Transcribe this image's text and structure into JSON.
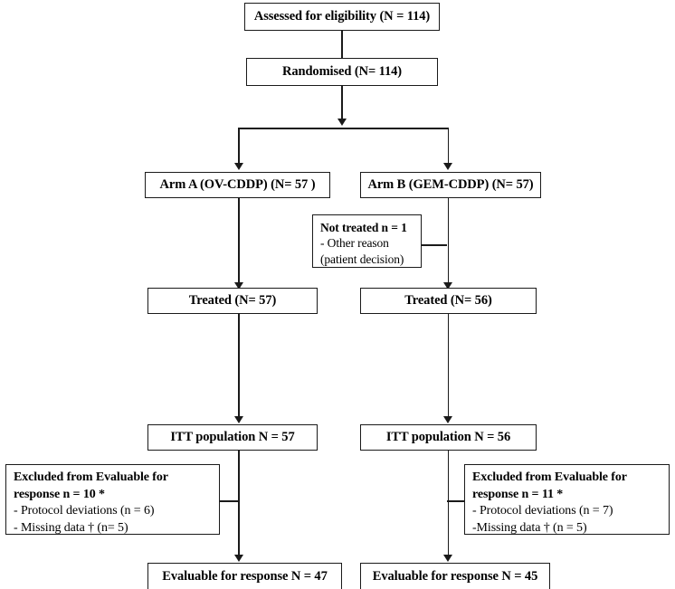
{
  "diagram": {
    "title": "CONSORT participant flow diagram",
    "stroke_color": "#1a1a1a",
    "background_color": "#ffffff",
    "nodes": {
      "assessed": {
        "label": "Assessed for eligibility (N = 114)"
      },
      "randomised": {
        "label": "Randomised (N= 114)"
      },
      "arm_a": {
        "label": "Arm A (OV-CDDP) (N= 57 )"
      },
      "arm_b": {
        "label": "Arm B (GEM-CDDP) (N= 57)"
      },
      "not_treated": {
        "heading": "Not treated n = 1",
        "reasons": [
          "- Other reason",
          "(patient decision)"
        ]
      },
      "treated_a": {
        "label": "Treated (N=  57)"
      },
      "treated_b": {
        "label": "Treated (N=  56)"
      },
      "itt_a": {
        "label": "ITT population N = 57"
      },
      "itt_b": {
        "label": "ITT population N = 56"
      },
      "excluded_a": {
        "heading_line1": "Excluded from Evaluable for",
        "heading_line2": "response n = 10 *",
        "reasons": [
          "- Protocol deviations (n = 6)",
          "- Missing data † (n= 5)"
        ]
      },
      "excluded_b": {
        "heading_line1": "Excluded from Evaluable for",
        "heading_line2": "response n = 11 *",
        "reasons": [
          "- Protocol deviations (n = 7)",
          "-Missing data † (n = 5)"
        ]
      },
      "evaluable_a": {
        "label": "Evaluable for response N = 47"
      },
      "evaluable_b": {
        "label": "Evaluable for response N = 45"
      }
    }
  }
}
